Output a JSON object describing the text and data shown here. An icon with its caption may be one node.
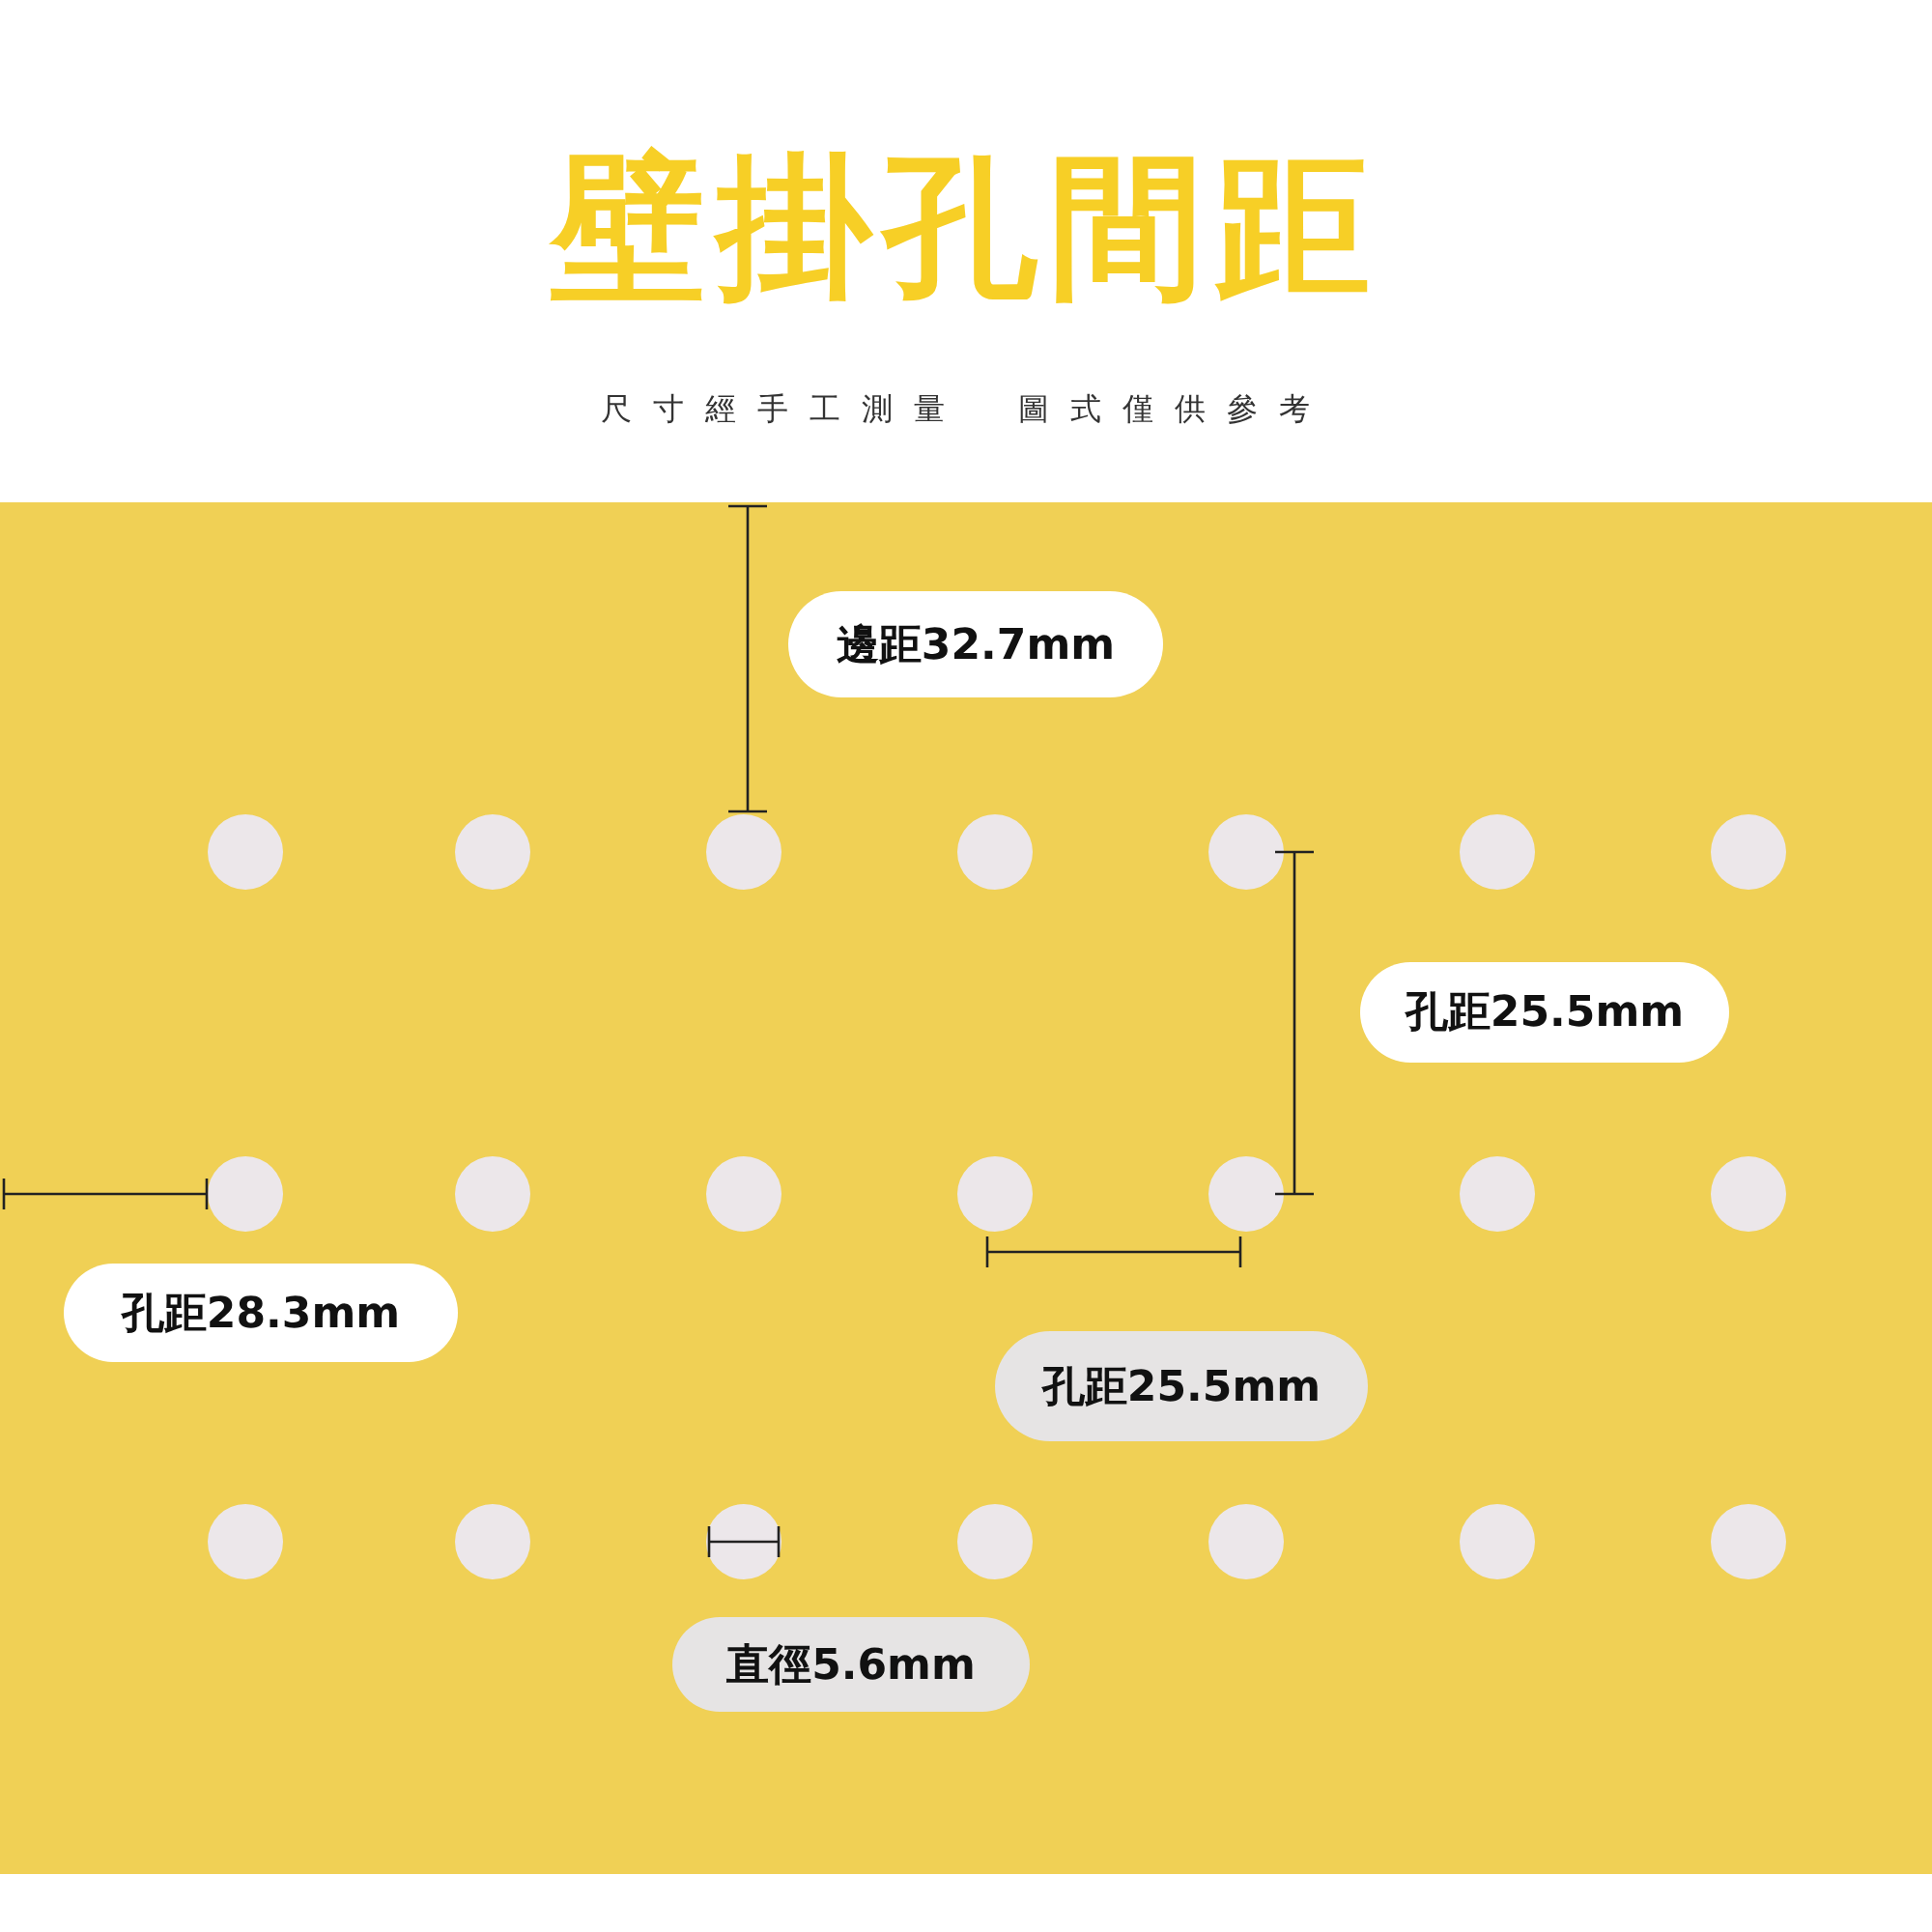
{
  "diagram": {
    "title": "壁掛孔間距",
    "caption": "尺寸經手工測量　圖式僅供參考",
    "nodes": [
      {
        "text": [
          "邊距32.7mm"
        ]
      },
      {
        "text": [
          "孔距25.5mm"
        ]
      },
      {
        "text": [
          "孔距28.3mm"
        ]
      },
      {
        "text": [
          "孔距25.5mm"
        ]
      },
      {
        "text": [
          "直徑5.6mm"
        ]
      }
    ]
  }
}
